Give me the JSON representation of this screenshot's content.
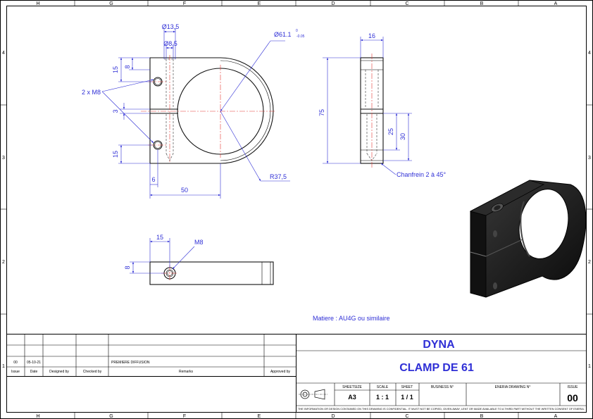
{
  "zones": {
    "columns": [
      "H",
      "G",
      "F",
      "E",
      "D",
      "C",
      "B",
      "A"
    ],
    "rows": [
      "4",
      "3",
      "2",
      "1"
    ]
  },
  "dimensions": {
    "d13_5": "Ø13,5",
    "d8_5": "Ø8,5",
    "d61_1": "Ø61.1",
    "d61_1_tol_upper": "0",
    "d61_1_tol_lower": "-0.05",
    "h15_top": "15",
    "h8_top": "8",
    "h3": "3",
    "h15_bottom": "15",
    "w6": "6",
    "w50": "50",
    "r37_5": "R37,5",
    "thread_note": "2 x M8",
    "w16": "16",
    "h75": "75",
    "h25": "25",
    "h30": "30",
    "chamfer": "Chanfrein 2 à 45°",
    "w15_bottom": "15",
    "m8": "M8",
    "h8_bottom": "8"
  },
  "material_note": "Matiere : AU4G ou similaire",
  "revision_table": {
    "row": {
      "issue": "00",
      "date": "05-10-21",
      "remarks": "PREMIERE DIFFUSION"
    },
    "headers": [
      "Issue",
      "Date",
      "Designed by",
      "Checked by",
      "Remarks",
      "Approved by"
    ]
  },
  "title_block": {
    "company": "DYNA",
    "title": "CLAMP DE 61",
    "sheet_size_label": "SHEETSIZE",
    "sheet_size": "A3",
    "scale_label": "SCALE",
    "scale": "1 : 1",
    "sheet_label": "SHEET",
    "sheet": "1 / 1",
    "business_label": "BUSINESS N°",
    "drawing_label": "ENERIA DRAWING N°",
    "issue_label": "ISSUE",
    "issue": "00",
    "disclaimer": "THE INFORMATION OR DESIGN CONTAINED ON THIS DRAWING IS CONFIDENTIAL. IT MUST NOT BE COPIED, GIVEN AWAY, LENT OR MADE AVAILABLE TO A THIRD PART WITHOUT THE WRITTEN CONSENT OF ENERIA."
  },
  "colors": {
    "dimension": "#2f2fd6",
    "centerline": "#e53935",
    "line": "#000000"
  }
}
